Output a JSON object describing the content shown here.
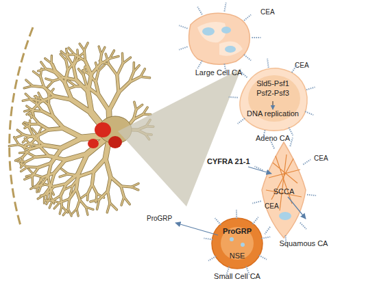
{
  "diagram": {
    "nodes": [
      {
        "text": [
          "Large Cell CA"
        ]
      },
      {
        "text": [
          "Sld5-Psf1",
          "Psf2-Psf3",
          "DNA replication",
          "Adeno CA"
        ]
      },
      {
        "text": [
          "SCCA",
          "Squamous CA"
        ]
      },
      {
        "text": [
          "ProGRP",
          "NSE",
          "Small Cell CA"
        ]
      }
    ],
    "labels": [
      "CEA",
      "CEA",
      "CYFRA 21-1",
      "CEA",
      "ProGRP",
      "CEA"
    ]
  }
}
